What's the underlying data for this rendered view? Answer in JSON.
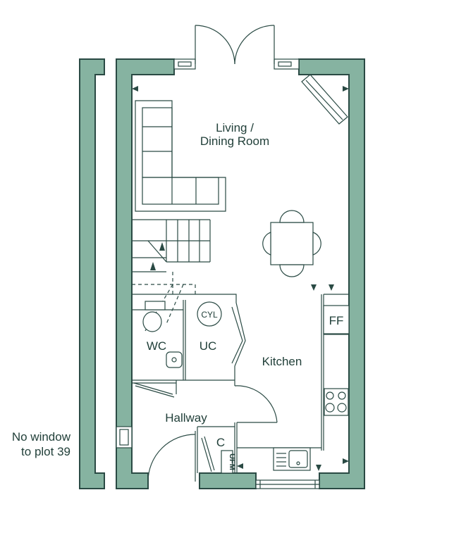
{
  "rooms": {
    "living_line1": "Living /",
    "living_line2": "Dining Room",
    "wc": "WC",
    "uc": "UC",
    "kitchen": "Kitchen",
    "hallway": "Hallway",
    "cupboard": "C"
  },
  "fixtures": {
    "cylinder": "CYL",
    "fridge_freezer": "FF",
    "utility_meter": "UFM"
  },
  "note": {
    "line1": "No window",
    "line2": "to plot 39"
  },
  "colors": {
    "wall_fill": "#86b3a1",
    "line": "#2a4a44",
    "text": "#22403a"
  }
}
